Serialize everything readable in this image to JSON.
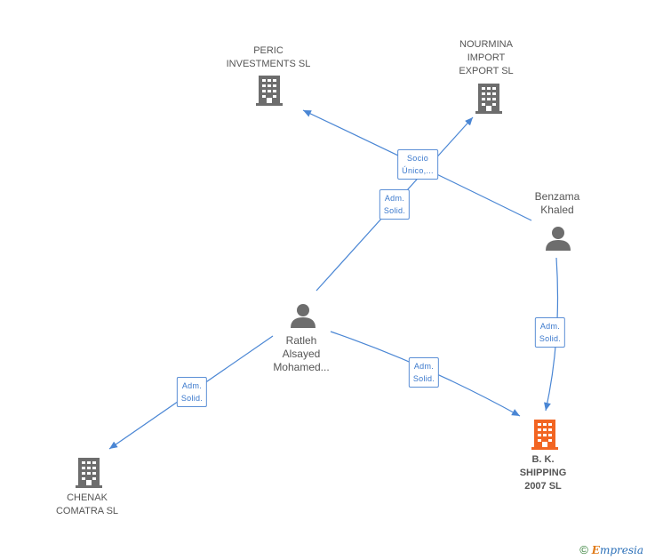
{
  "nodes": {
    "peric": {
      "label": "PERIC\nINVESTMENTS SL",
      "type": "company"
    },
    "nourmina": {
      "label": "NOURMINA\nIMPORT\nEXPORT  SL",
      "type": "company"
    },
    "benzama": {
      "label": "Benzama\nKhaled",
      "type": "person"
    },
    "ratleh": {
      "label": "Ratleh\nAlsayed\nMohamed...",
      "type": "person"
    },
    "chenak": {
      "label": "CHENAK\nCOMATRA  SL",
      "type": "company"
    },
    "bk": {
      "label": "B.  K.\nSHIPPING\n2007 SL",
      "type": "company-main"
    }
  },
  "edges": {
    "socio": {
      "label": "Socio\nÚnico,..."
    },
    "adm1": {
      "label": "Adm.\nSolid."
    },
    "adm2": {
      "label": "Adm.\nSolid."
    },
    "adm3": {
      "label": "Adm.\nSolid."
    },
    "adm4": {
      "label": "Adm.\nSolid."
    }
  },
  "colors": {
    "edge": "#4a86d4",
    "company": "#6d6d6d",
    "main_company": "#f26522",
    "person": "#6d6d6d"
  },
  "footer": {
    "copyright": "©",
    "brand_first": "E",
    "brand_rest": "mpresia"
  }
}
